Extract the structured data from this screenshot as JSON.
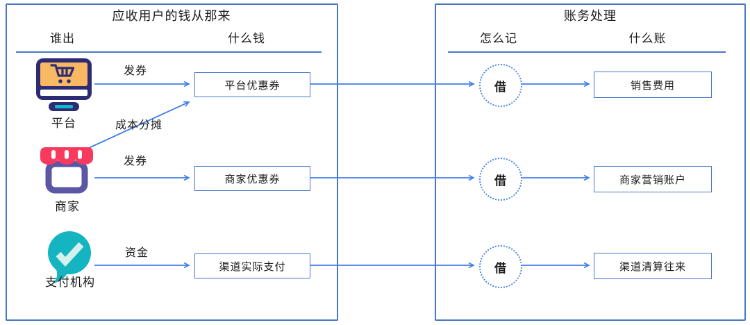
{
  "left_panel": {
    "title": "应收用户的钱从那来",
    "col_who": "谁出",
    "col_what": "什么钱",
    "cost_share_label": "成本分摊",
    "rows": [
      {
        "actor": "平台",
        "icon": "monitor-shopping-cart-icon",
        "flow_label": "发券",
        "item": "平台优惠券"
      },
      {
        "actor": "商家",
        "icon": "storefront-icon",
        "flow_label": "发券",
        "item": "商家优惠券"
      },
      {
        "actor": "支付机构",
        "icon": "chat-bubble-check-icon",
        "flow_label": "资金",
        "item": "渠道实际支付"
      }
    ]
  },
  "right_panel": {
    "title": "账务处理",
    "col_how": "怎么记",
    "col_account": "什么账",
    "rows": [
      {
        "entry_side": "借",
        "account": "销售费用"
      },
      {
        "entry_side": "借",
        "account": "商家营销账户"
      },
      {
        "entry_side": "借",
        "account": "渠道清算往来"
      }
    ]
  },
  "colors": {
    "panel_border": "#4677c8",
    "arrow": "#3f7de8",
    "circle_dotted": "#4b86e8",
    "monitor_frame": "#2e2b75",
    "monitor_screen": "#f9b963",
    "monitor_stand_bar": "#10b9c9",
    "store_awning": "#f83a5f",
    "store_base": "#5b57a2",
    "payment_bubble": "#15b4c1",
    "payment_check": "#d4f1ed",
    "text": "#1a1a1a",
    "background": "#ffffff"
  }
}
